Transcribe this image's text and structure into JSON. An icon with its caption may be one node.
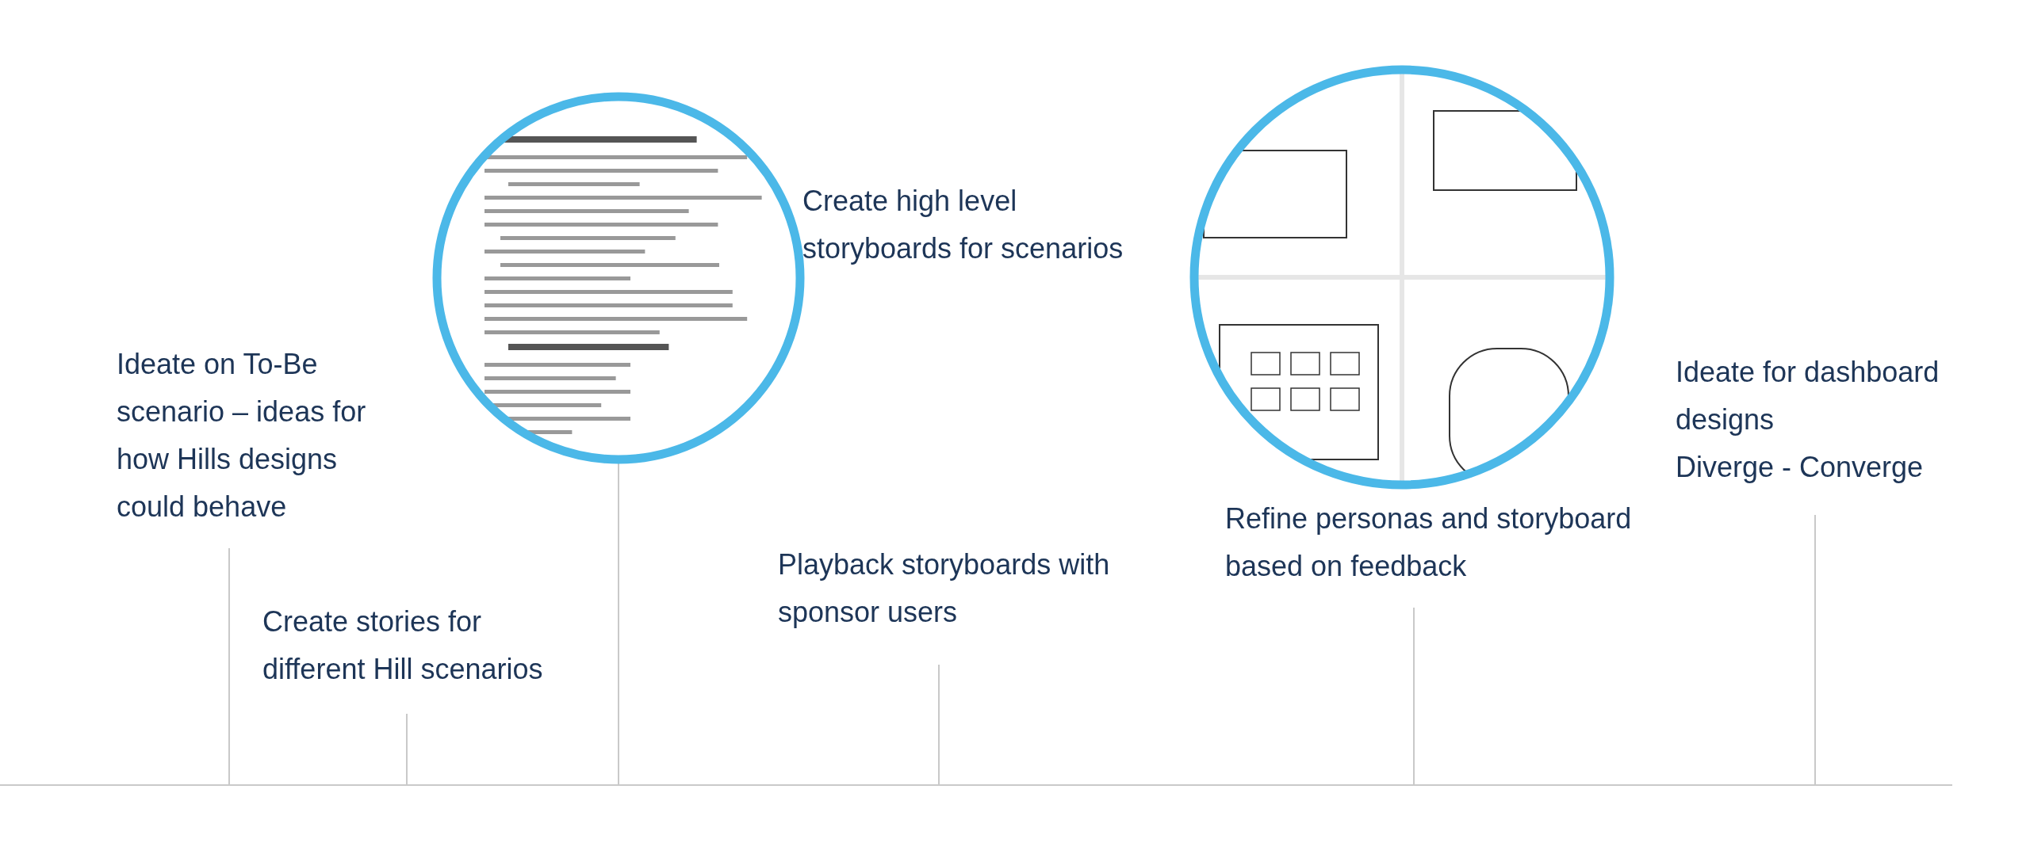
{
  "diagram": {
    "nodes": [
      {
        "text": [
          "Ideate on To-Be scenario – ideas for how Hills designs could behave"
        ]
      },
      {
        "text": [
          "Create stories for different Hill scenarios"
        ]
      },
      {
        "text": [],
        "shape": "picture",
        "beside": [
          "Create high level storyboards for scenarios"
        ]
      },
      {
        "text": [
          "Playback storyboards with sponsor users"
        ]
      },
      {
        "text": [],
        "shape": "picture"
      },
      {
        "text": [
          "Refine personas and storyboard based on feedback"
        ]
      },
      {
        "text": [
          "Ideate for dashboard designs",
          "Diverge - Converge"
        ]
      }
    ],
    "edges": [
      {
        "from": 0,
        "to": null,
        "arrow": "none"
      },
      {
        "from": 1,
        "to": null,
        "arrow": "none"
      },
      {
        "from": 2,
        "to": null,
        "arrow": "none"
      },
      {
        "from": 3,
        "to": null,
        "arrow": "none"
      },
      {
        "from": 5,
        "to": null,
        "arrow": "none"
      },
      {
        "from": 6,
        "to": null,
        "arrow": "none"
      }
    ]
  }
}
